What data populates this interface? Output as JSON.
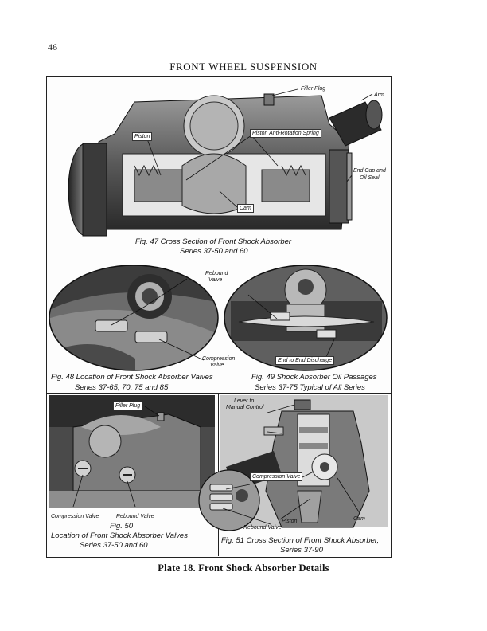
{
  "page": {
    "number": "46",
    "header": "FRONT WHEEL SUSPENSION",
    "plate_caption": "Plate 18. Front Shock Absorber Details"
  },
  "fig47": {
    "labels": {
      "filler_plug": "Filler Plug",
      "arm": "Arm",
      "piston": "Piston",
      "piston_spring": "Piston Anti-Rotation Spring",
      "end_cap_1": "End Cap and",
      "end_cap_2": "Oil Seal",
      "cam": "Cam"
    },
    "caption_1": "Fig. 47 Cross Section of Front Shock Absorber",
    "caption_2": "Series 37-50 and 60"
  },
  "fig48": {
    "labels": {
      "rebound_1": "Rebound",
      "rebound_2": "Valve",
      "compression_1": "Compression",
      "compression_2": "Valve"
    },
    "caption_1": "Fig. 48  Location of Front Shock Absorber Valves",
    "caption_2": "Series 37-65, 70, 75 and 85"
  },
  "fig49": {
    "labels": {
      "discharge": "End to End Discharge"
    },
    "caption_1": "Fig. 49  Shock Absorber Oil Passages",
    "caption_2": "Series 37-75  Typical of All Series"
  },
  "fig50": {
    "labels": {
      "filler_plug": "Filler Plug",
      "compression": "Compression Valve",
      "rebound": "Rebound Valve"
    },
    "caption_1": "Fig. 50",
    "caption_2": "Location of Front Shock Absorber Valves",
    "caption_3": "Series 37-50 and 60"
  },
  "fig51": {
    "labels": {
      "lever_1": "Lever to",
      "lever_2": "Manual Control",
      "compression": "Compression Valve",
      "piston": "Piston",
      "rebound": "Rebound Valve",
      "cam": "Cam"
    },
    "caption_1": "Fig. 51  Cross Section of Front Shock Absorber,",
    "caption_2": "Series 37-90"
  }
}
